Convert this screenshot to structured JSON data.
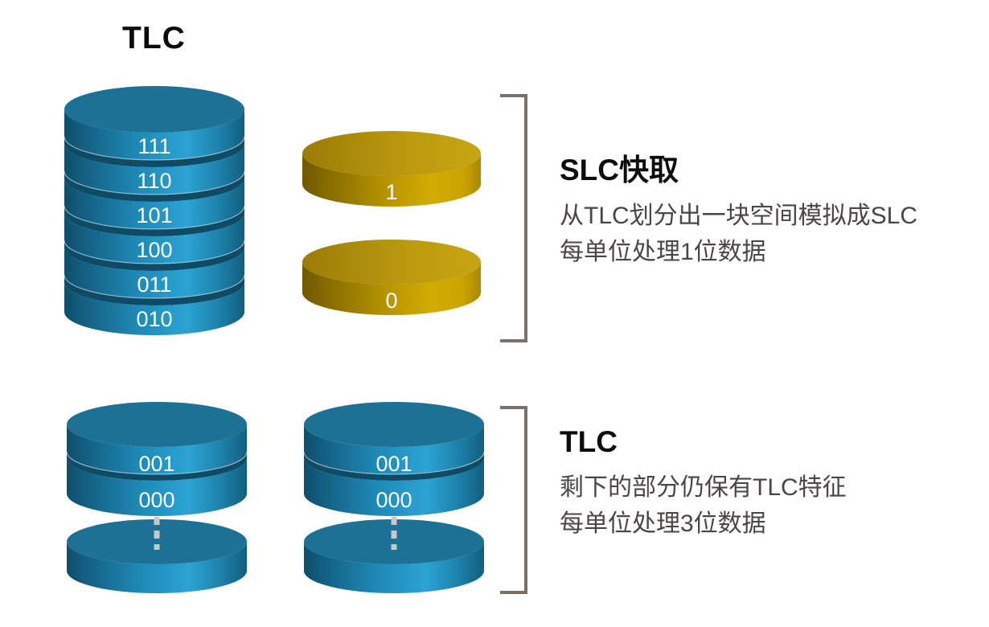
{
  "top": {
    "title": "TLC",
    "stack_labels": [
      "111",
      "110",
      "101",
      "100",
      "011",
      "010"
    ],
    "slc_disks": [
      "1",
      "0"
    ],
    "info": {
      "heading": "SLC快取",
      "line1": "从TLC划分出一块空间模拟成SLC",
      "line2": "每单位处理1位数据"
    }
  },
  "bottom": {
    "stacks": [
      {
        "labels": [
          "001",
          "000"
        ]
      },
      {
        "labels": [
          "001",
          "000"
        ]
      }
    ],
    "info": {
      "heading": "TLC",
      "line1": "剩下的部分仍保有TLC特征",
      "line2": "每单位处理3位数据"
    }
  },
  "colors": {
    "disk_blue_dark": "#0E4E6B",
    "disk_blue_mid": "#1E89B6",
    "disk_blue_light": "#2BA3D3",
    "disk_blue_top": "#1C7194",
    "disk_gold_dark": "#6F5800",
    "disk_gold_mid": "#B49200",
    "disk_gold_light": "#D2AC00",
    "bracket_gray": "#7B716B",
    "divider_blue_left": "#1873A6",
    "divider_blue_right": "#12A9E4",
    "label_text": "#FFFFFF",
    "heading_text": "#0D0D0D",
    "body_text": "#4B4646",
    "connector_gray": "#C8C8C8"
  }
}
